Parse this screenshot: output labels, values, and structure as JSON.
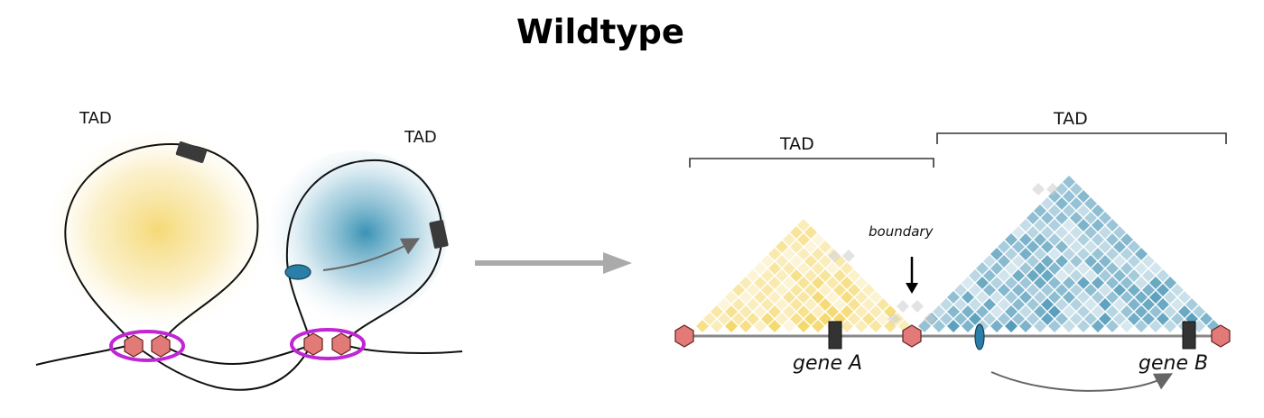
{
  "title": "Wildtype",
  "left_panel": {
    "tad_label_1": "TAD",
    "tad_label_2": "TAD"
  },
  "right_panel": {
    "tad_label_left": "TAD",
    "tad_label_right": "TAD",
    "boundary_label": "boundary",
    "gene_a_label": "gene A",
    "gene_b_label": "gene B"
  },
  "colors": {
    "yellow_tad": "#f2cf4a",
    "blue_tad": "#2e86ab",
    "ctcf": "#e27b78",
    "cohesin": "#c026d3",
    "gene": "#333333",
    "enhancer": "#2a7fa8",
    "arrow": "#aaaaaa"
  }
}
